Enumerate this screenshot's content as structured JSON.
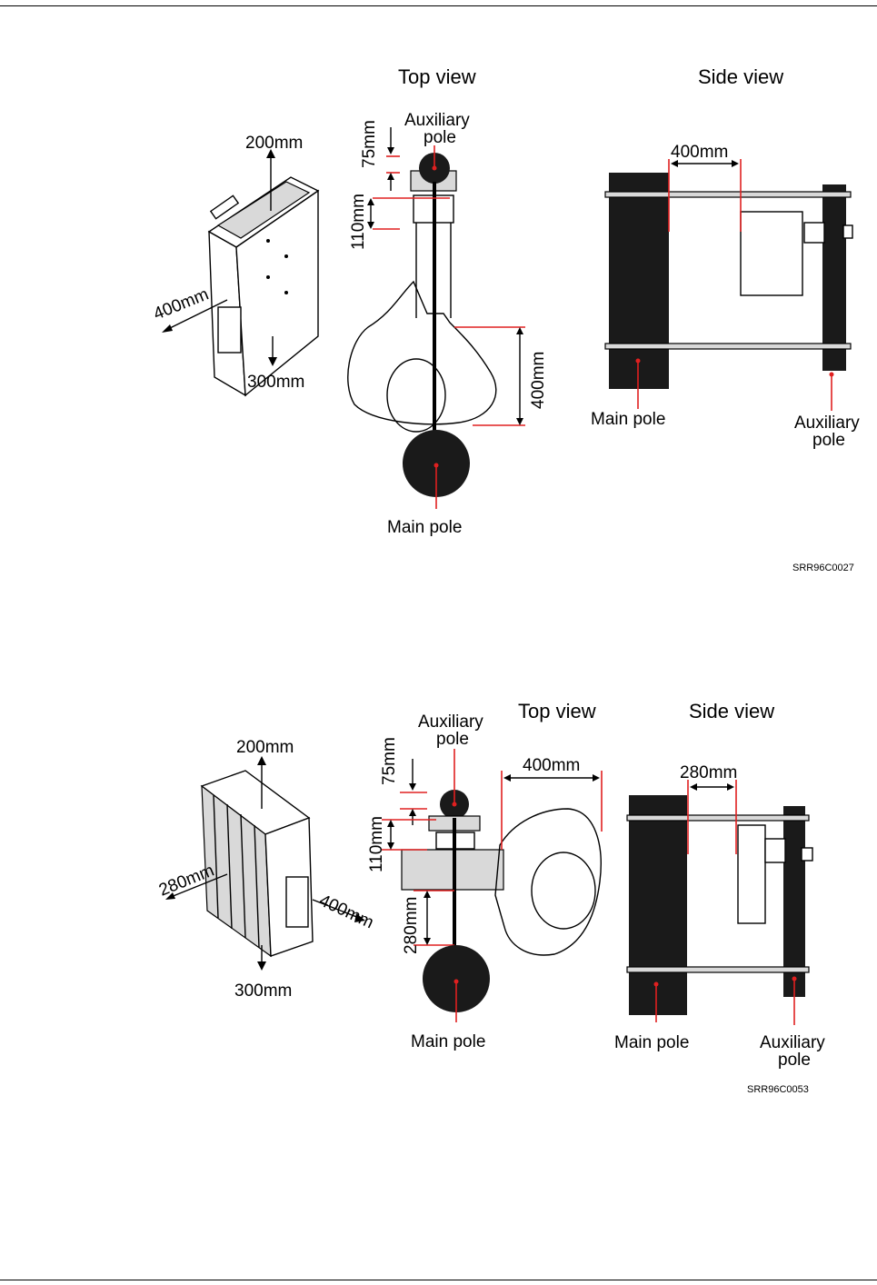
{
  "figure1": {
    "top_view_title": "Top view",
    "side_view_title": "Side view",
    "module_dims": {
      "top": "200mm",
      "left": "400mm",
      "bottom": "300mm"
    },
    "top_view": {
      "aux_label": "Auxiliary pole",
      "aux_line1": "Auxiliary",
      "aux_line2": "pole",
      "dim_75": "75mm",
      "dim_110": "110mm",
      "dim_400": "400mm",
      "main_label": "Main pole"
    },
    "side_view": {
      "dim_400": "400mm",
      "main_label": "Main pole",
      "aux_line1": "Auxiliary",
      "aux_line2": "pole"
    },
    "code": "SRR96C0027"
  },
  "figure2": {
    "top_view_title": "Top view",
    "side_view_title": "Side view",
    "module_dims": {
      "top": "200mm",
      "left": "280mm",
      "right": "400mm",
      "bottom": "300mm"
    },
    "top_view": {
      "aux_line1": "Auxiliary",
      "aux_line2": "pole",
      "dim_75": "75mm",
      "dim_110": "110mm",
      "dim_400": "400mm",
      "dim_280": "280mm",
      "main_label": "Main pole"
    },
    "side_view": {
      "dim_280": "280mm",
      "main_label": "Main pole",
      "aux_line1": "Auxiliary",
      "aux_line2": "pole"
    },
    "code": "SRR96C0053"
  },
  "colors": {
    "accent_red": "#e02020",
    "pole_black": "#1a1a1a"
  }
}
